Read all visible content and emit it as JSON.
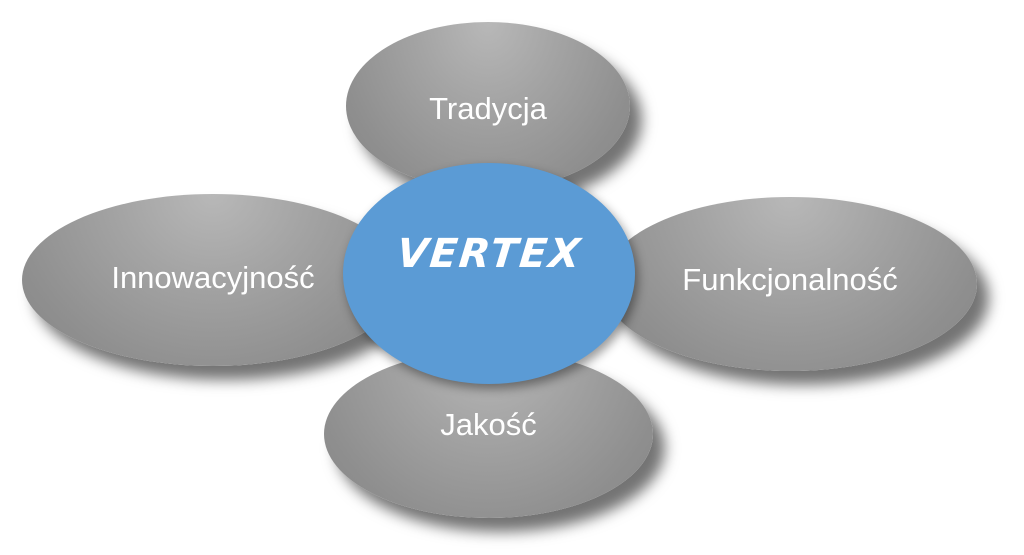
{
  "diagram": {
    "center": {
      "label": "VERTEX",
      "color": "#5b9bd5"
    },
    "petals": {
      "top": "Tradycja",
      "left": "Innowacyjność",
      "right": "Funkcjonalność",
      "bottom": "Jakość"
    },
    "petal_color": "#9a9a9a",
    "label_color": "#ffffff"
  }
}
